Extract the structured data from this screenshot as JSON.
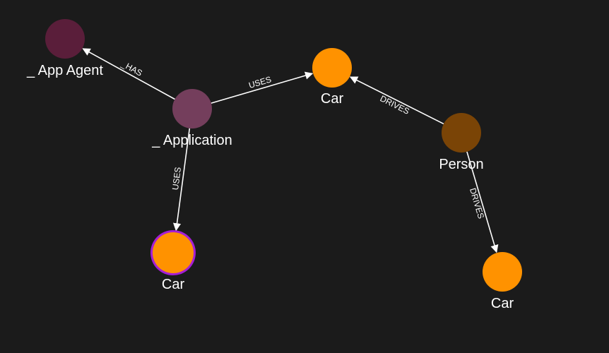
{
  "graph": {
    "background": "#1b1b1b",
    "edge_color": "#ffffff",
    "nodes": [
      {
        "id": "app_agent",
        "label": "_ App Agent",
        "color": "#5a1e3a"
      },
      {
        "id": "application",
        "label": "_ Application",
        "color": "#743e5c"
      },
      {
        "id": "car_top",
        "label": "Car",
        "color": "#ff9200"
      },
      {
        "id": "person",
        "label": "Person",
        "color": "#7a4406"
      },
      {
        "id": "car_selected",
        "label": "Car",
        "color": "#ff9200",
        "selected": true,
        "selection_color": "#a51ed6"
      },
      {
        "id": "car_bottom_right",
        "label": "Car",
        "color": "#ff9200"
      }
    ],
    "edges": [
      {
        "source": "application",
        "target": "app_agent",
        "label": "_HAS"
      },
      {
        "source": "application",
        "target": "car_top",
        "label": "USES"
      },
      {
        "source": "application",
        "target": "car_selected",
        "label": "USES"
      },
      {
        "source": "person",
        "target": "car_top",
        "label": "DRIVES"
      },
      {
        "source": "person",
        "target": "car_bottom_right",
        "label": "DRIVES"
      }
    ]
  }
}
